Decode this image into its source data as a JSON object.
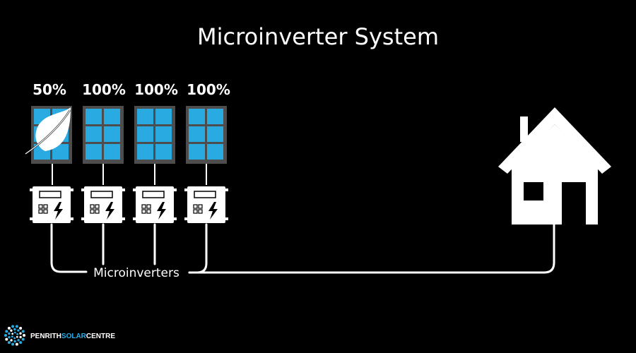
{
  "title": "Microinverter System",
  "panels": [
    {
      "output": "50%",
      "shaded": true
    },
    {
      "output": "100%",
      "shaded": false
    },
    {
      "output": "100%",
      "shaded": false
    },
    {
      "output": "100%",
      "shaded": false
    }
  ],
  "wiring_label": "Microinverters",
  "logo": {
    "part1": "PENRITH",
    "part2": "SOLAR",
    "part3": "CENTRE"
  },
  "colors": {
    "background": "#000000",
    "panel_cell": "#29abe2",
    "panel_frame": "#4d4d4d",
    "line": "#ffffff",
    "logo_accent": "#29abe2"
  },
  "icons": {
    "shade": "leaf-icon",
    "inverter": "lightning-icon",
    "home": "house-icon"
  }
}
